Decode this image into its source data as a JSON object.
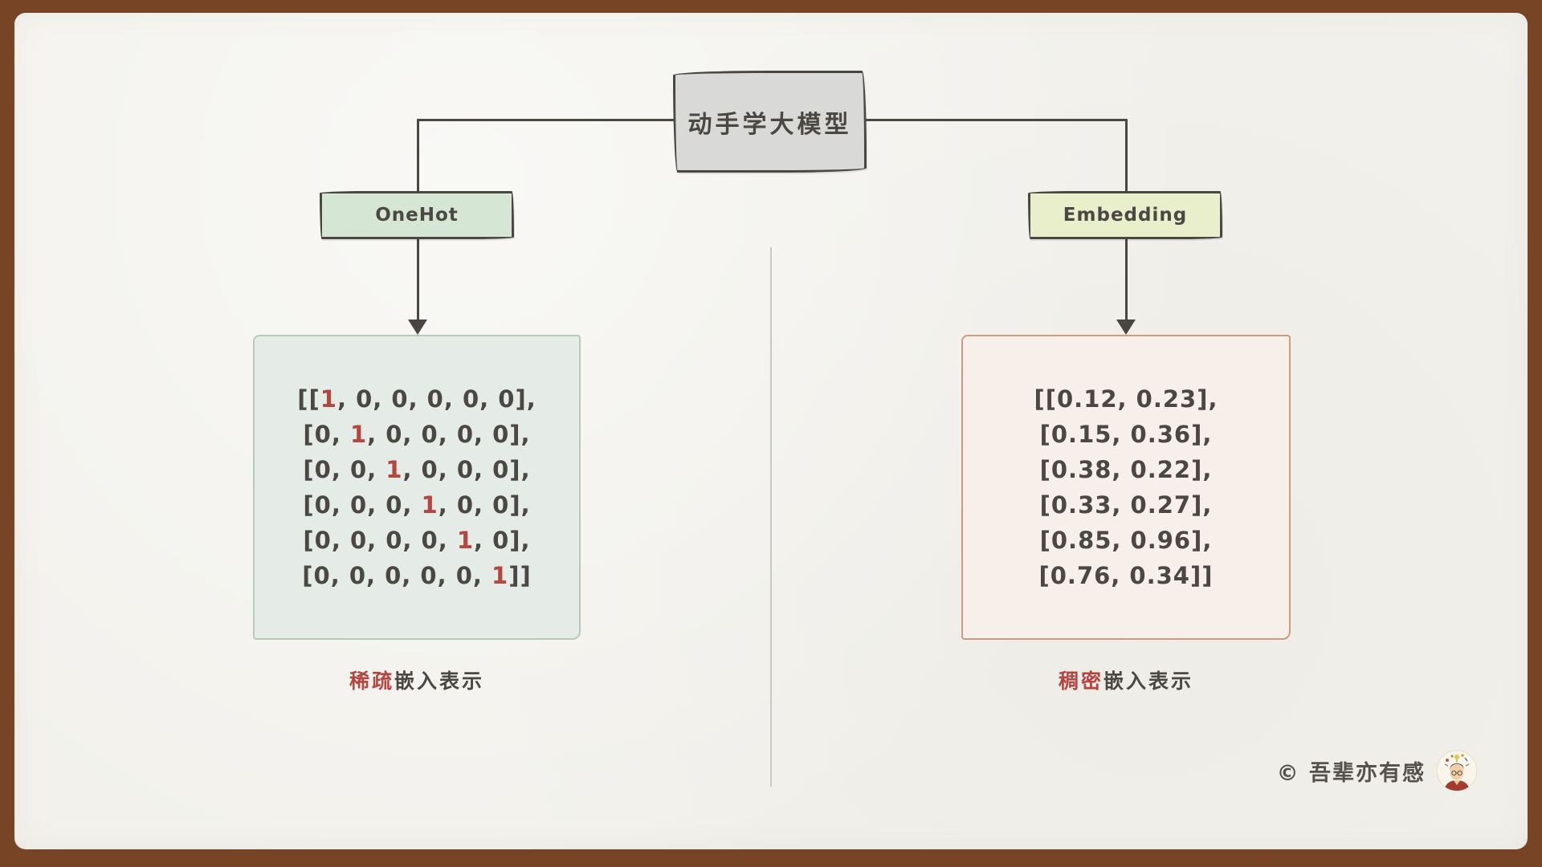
{
  "diagram": {
    "root": {
      "label": "动手学大模型"
    },
    "branches": {
      "left": {
        "label": "OneHot"
      },
      "right": {
        "label": "Embedding"
      }
    },
    "sparse": {
      "rows": [
        {
          "pre": "[[",
          "hot": "1",
          "post": ", 0, 0, 0, 0, 0],"
        },
        {
          "pre": "[0, ",
          "hot": "1",
          "post": ", 0, 0, 0, 0],"
        },
        {
          "pre": "[0, 0, ",
          "hot": "1",
          "post": ", 0, 0, 0],"
        },
        {
          "pre": "[0, 0, 0, ",
          "hot": "1",
          "post": ", 0, 0],"
        },
        {
          "pre": "[0, 0, 0, 0, ",
          "hot": "1",
          "post": ", 0],"
        },
        {
          "pre": "[0, 0, 0, 0, 0, ",
          "hot": "1",
          "post": "]]"
        }
      ],
      "caption": {
        "highlight": "稀疏",
        "rest": "嵌入表示"
      }
    },
    "dense": {
      "rows": [
        "[[0.12, 0.23],",
        "[0.15, 0.36],",
        "[0.38, 0.22],",
        "[0.33, 0.27],",
        "[0.85, 0.96],",
        "[0.76, 0.34]]"
      ],
      "caption": {
        "highlight": "稠密",
        "rest": "嵌入表示"
      }
    },
    "watermark": {
      "text": "© 吾辈亦有感"
    },
    "colors": {
      "frame": "#774425",
      "paper": "#f2f1ec",
      "ink": "#4a4742",
      "accent_red": "#b5453f",
      "root_fill": "#d9d9d7",
      "onehot_fill": "#d5e7d4",
      "embedding_fill": "#e9eecb",
      "sparse_fill": "#e5ece7",
      "sparse_border": "#b7cabc",
      "dense_fill": "#f7f0ea",
      "dense_border": "#d09a82"
    }
  }
}
